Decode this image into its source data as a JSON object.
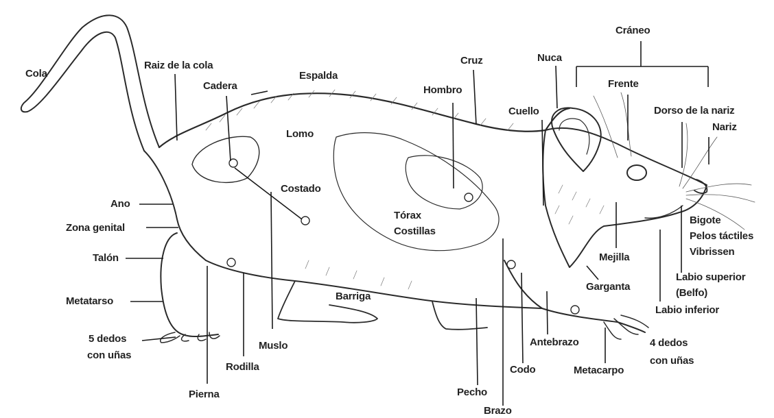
{
  "labels": {
    "cola": "Cola",
    "raiz_cola": "Raiz de la cola",
    "cadera": "Cadera",
    "espalda": "Espalda",
    "lomo": "Lomo",
    "costado": "Costado",
    "ano": "Ano",
    "zona_genital": "Zona genital",
    "talon": "Talón",
    "metatarso": "Metatarso",
    "dedos_pata_1": "5 dedos",
    "dedos_pata_2": "con uñas",
    "muslo": "Muslo",
    "rodilla": "Rodilla",
    "pierna": "Pierna",
    "barriga": "Barriga",
    "torax": "Tórax",
    "costillas": "Costillas",
    "hombro": "Hombro",
    "cruz": "Cruz",
    "nuca": "Nuca",
    "cuello": "Cuello",
    "craneo": "Cráneo",
    "frente": "Frente",
    "dorso_nariz": "Dorso de la nariz",
    "nariz": "Nariz",
    "bigote": "Bigote",
    "pelos_tactiles": "Pelos táctiles",
    "vibrissen": "Vibrissen",
    "mejilla": "Mejilla",
    "garganta": "Garganta",
    "labio_superior": "Labio superior",
    "belfo": "(Belfo)",
    "labio_inferior": "Labio inferior",
    "dedos_mano_1": "4 dedos",
    "dedos_mano_2": "con uñas",
    "antebrazo": "Antebrazo",
    "metacarpo": "Metacarpo",
    "codo": "Codo",
    "pecho": "Pecho",
    "brazo": "Brazo"
  },
  "colors": {
    "ink": "#2a2a2a",
    "leader": "#1a1a1a",
    "paper": "#ffffff"
  }
}
